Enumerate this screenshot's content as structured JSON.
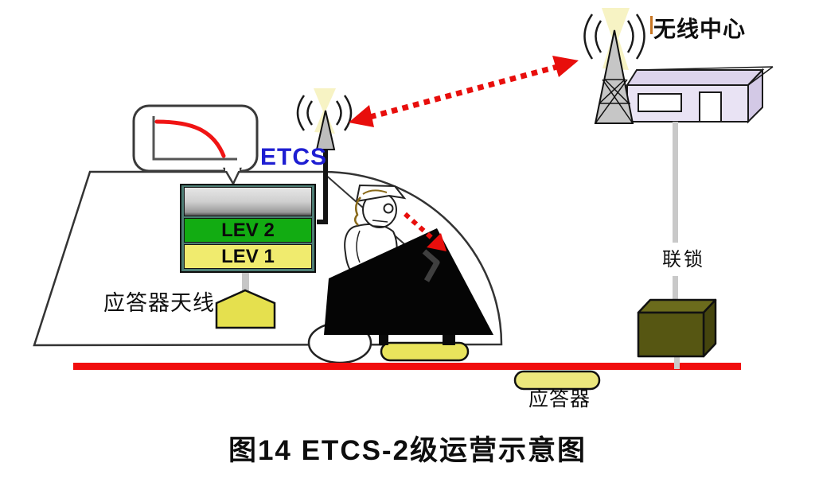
{
  "labels": {
    "wireless_center": "无线中心",
    "interlocking": "联锁",
    "balise_antenna": "应答器天线",
    "balise": "应答器",
    "etcs": "ETCS",
    "lev2": "LEV 2",
    "lev1": "LEV 1",
    "caption": "图14  ETCS-2级运营示意图"
  },
  "colors": {
    "track_red": "#F10D0D",
    "arrow_red": "#E80E0C",
    "curve_red": "#F01414",
    "etcs_blue": "#1E1ED2",
    "lev2_green": "#12AC12",
    "lev1_yellow": "#F0EB6E",
    "balise_yellow": "#ECE87D",
    "antenna_yellow": "#E5E04E",
    "glow_yellow": "#F7F3C4",
    "building_lavender": "#E9E3F4",
    "interlocking_olive": "#565612",
    "equip_border_teal": "#4d7d74",
    "connector_grey": "#C9C9C9"
  },
  "icons": {
    "radio_waves": "nested-arc radio emission glyph",
    "antenna_glow": "hourglass light burst"
  }
}
